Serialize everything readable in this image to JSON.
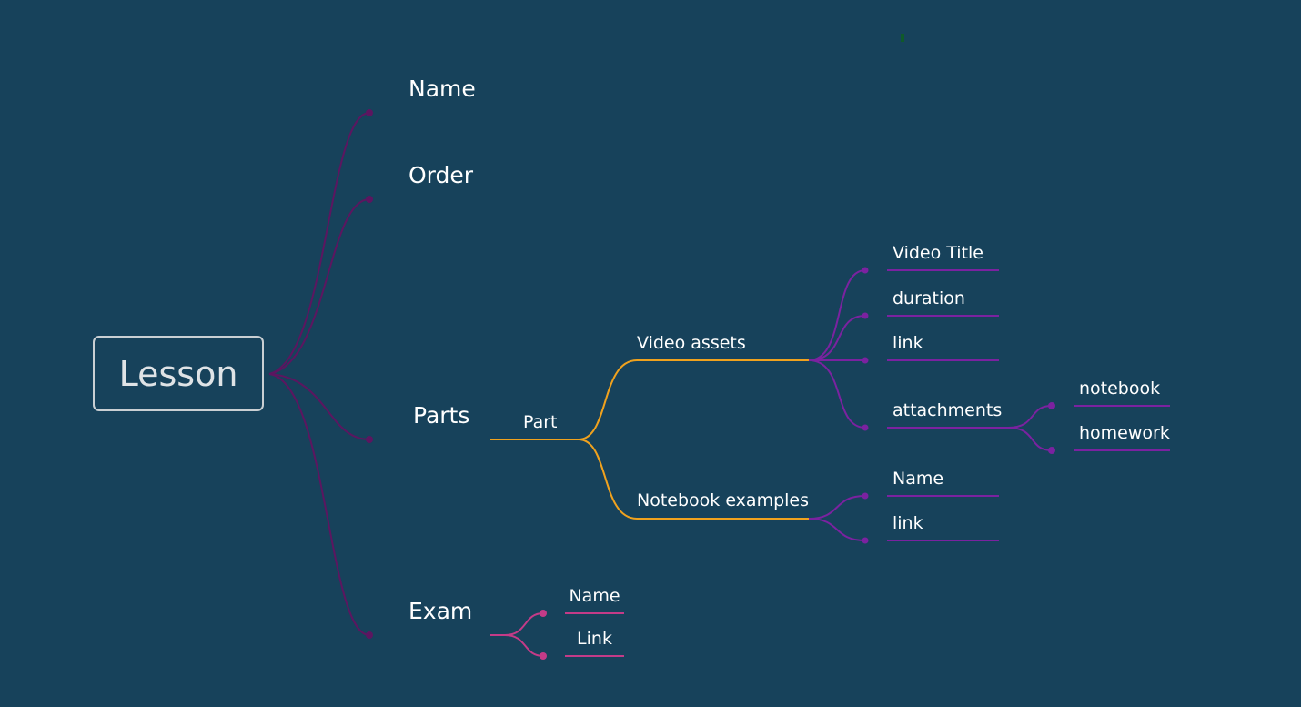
{
  "diagram": {
    "root": {
      "label": "Lesson"
    },
    "branches": {
      "name": {
        "label": "Name"
      },
      "order": {
        "label": "Order"
      },
      "parts": {
        "label": "Parts",
        "part": {
          "label": "Part",
          "video_assets": {
            "label": "Video assets",
            "items": [
              "Video Title",
              "duration",
              "link"
            ],
            "attachments": {
              "label": "attachments",
              "items": [
                "notebook",
                "homework"
              ]
            }
          },
          "notebook_examples": {
            "label": "Notebook examples",
            "items": [
              "Name",
              "link"
            ]
          }
        }
      },
      "exam": {
        "label": "Exam",
        "items": [
          "Name",
          "Link"
        ]
      }
    }
  },
  "colors": {
    "background": "#17425b",
    "root_links": "#5c1660",
    "part_links": "#f0a21e",
    "purple_links": "#7b22a0",
    "exam_links": "#c43b88",
    "root_border": "#c9cfd3"
  }
}
